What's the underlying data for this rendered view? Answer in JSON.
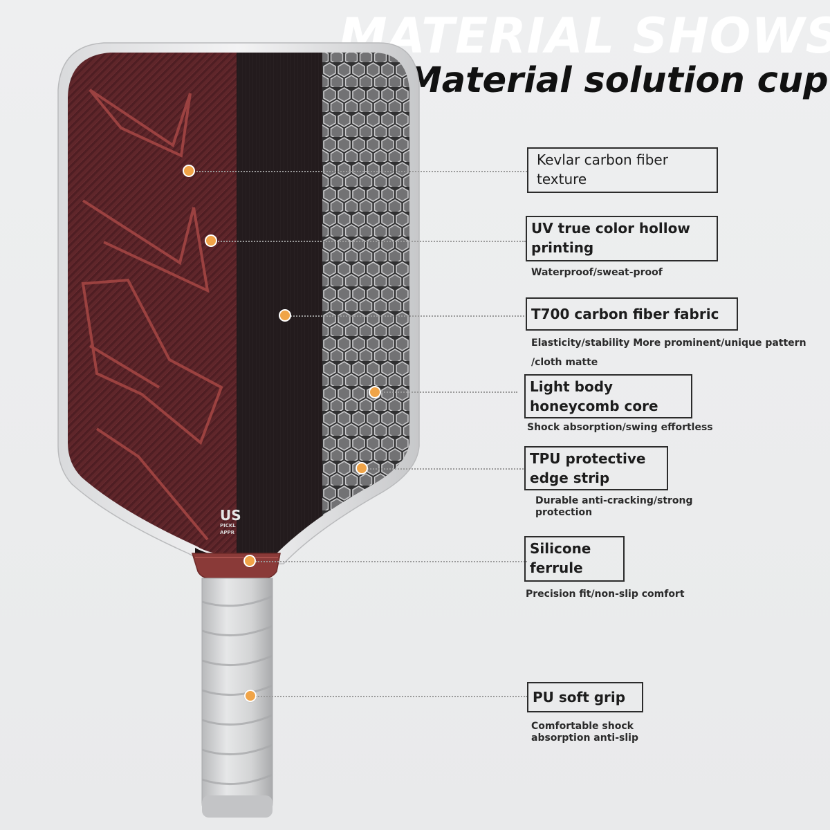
{
  "header": {
    "title": "MATERIAL SHOWS",
    "subtitle": "Material solution cup"
  },
  "paddle": {
    "badge_text": "US",
    "badge_small_1": "PICKL",
    "badge_small_2": "APPR"
  },
  "colors": {
    "accent_dot": "#f0a448",
    "paddle_red": "#5a1f24",
    "paddle_black": "#1b1315",
    "edge_guard": "#c9cacc",
    "grip": "#d4d5d6"
  },
  "callouts": [
    {
      "title_lines": [
        "Kevlar carbon fiber",
        "texture"
      ],
      "desc_lines": []
    },
    {
      "title_lines": [
        "UV true color hollow",
        "printing"
      ],
      "desc_lines": [
        "Waterproof/sweat-proof"
      ]
    },
    {
      "title_lines": [
        "T700 carbon fiber fabric"
      ],
      "desc_lines": [
        "Elasticity/stability More prominent/unique pattern",
        "/cloth matte"
      ]
    },
    {
      "title_lines": [
        "Light body",
        "honeycomb core"
      ],
      "desc_lines": [
        "Shock absorption/swing effortless"
      ]
    },
    {
      "title_lines": [
        "TPU protective",
        "edge strip"
      ],
      "desc_lines": [
        "Durable anti-cracking/strong",
        "protection"
      ]
    },
    {
      "title_lines": [
        "Silicone",
        "ferrule"
      ],
      "desc_lines": [
        "Precision fit/non-slip comfort"
      ]
    },
    {
      "title_lines": [
        "PU soft grip"
      ],
      "desc_lines": [
        "Comfortable shock",
        "absorption anti-slip"
      ]
    }
  ]
}
